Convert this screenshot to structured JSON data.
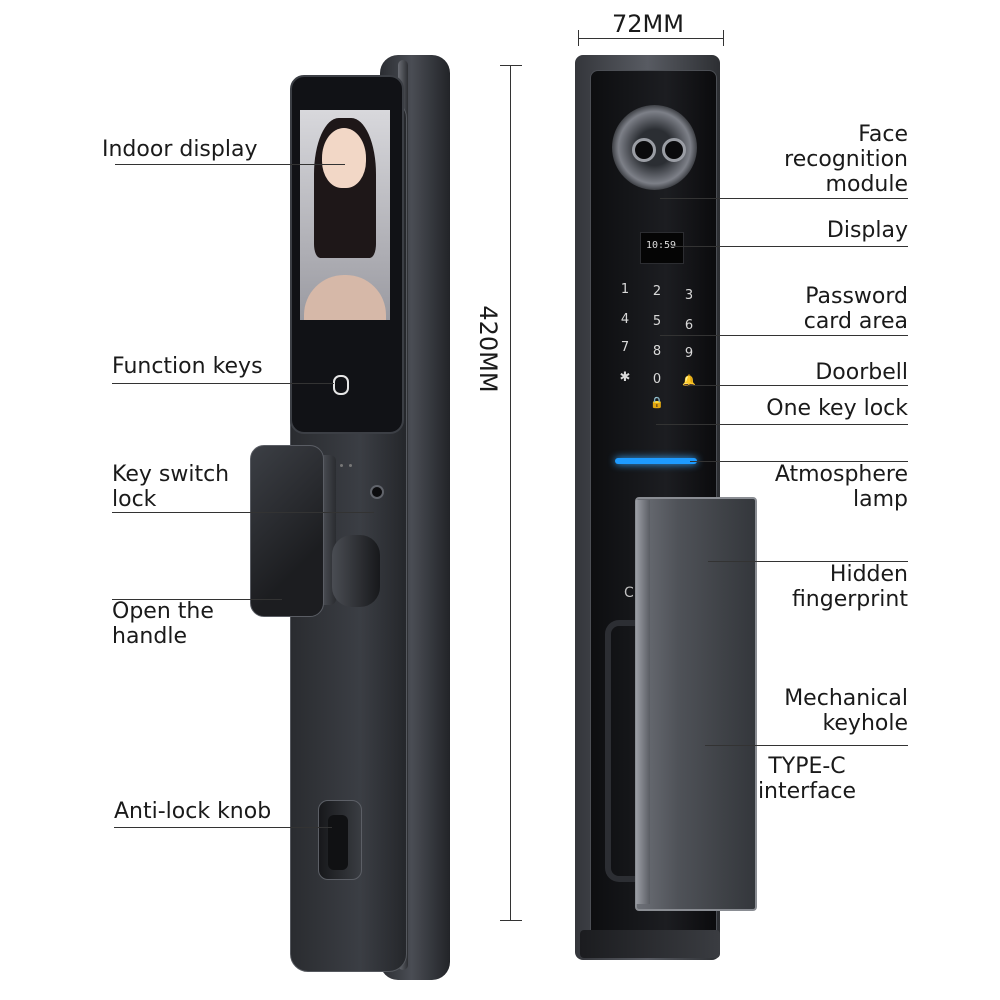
{
  "dimensions": {
    "width": "72MM",
    "height": "420MM"
  },
  "labels_left": [
    {
      "id": "indoor-display",
      "text": "Indoor display"
    },
    {
      "id": "function-keys",
      "text": "Function keys"
    },
    {
      "id": "key-switch-lock",
      "text": "Key switch\nlock"
    },
    {
      "id": "open-handle",
      "text": "Open the\nhandle"
    },
    {
      "id": "anti-lock-knob",
      "text": "Anti-lock knob"
    }
  ],
  "labels_right": [
    {
      "id": "face-recognition",
      "text": "Face\nrecognition\nmodule"
    },
    {
      "id": "display",
      "text": "Display"
    },
    {
      "id": "password-card",
      "text": "Password\ncard area"
    },
    {
      "id": "doorbell",
      "text": "Doorbell"
    },
    {
      "id": "one-key-lock",
      "text": "One key lock"
    },
    {
      "id": "atmosphere-lamp",
      "text": "Atmosphere\nlamp"
    },
    {
      "id": "hidden-fingerprint",
      "text": "Hidden\nfingerprint"
    },
    {
      "id": "mechanical-keyhole",
      "text": "Mechanical\nkeyhole"
    },
    {
      "id": "type-c",
      "text": "TYPE-C\ninterface"
    }
  ],
  "outdoor_unit": {
    "mini_display_time": "10:59",
    "keypad": [
      "1",
      "2",
      "3",
      "4",
      "5",
      "6",
      "7",
      "8",
      "9",
      "✱",
      "0",
      "🔔",
      "🔒"
    ]
  },
  "colors": {
    "atmosphere_lamp": "#1e9bff",
    "body": "#2b2d32"
  }
}
